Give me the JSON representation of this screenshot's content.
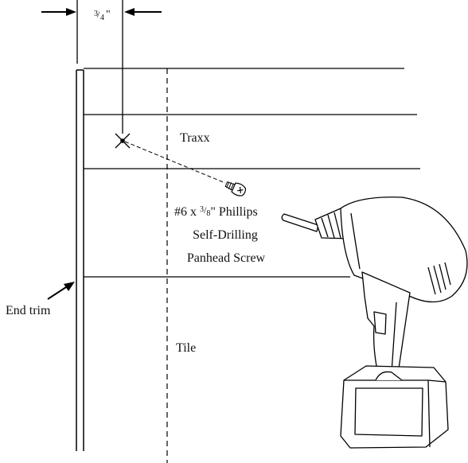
{
  "dimension": {
    "whole": "",
    "numerator": "3",
    "denominator": "4",
    "mark": "\""
  },
  "labels": {
    "traxx": "Traxx",
    "tile": "Tile",
    "end_trim": "End trim"
  },
  "screw_callout": {
    "line1_prefix": "#6 x ",
    "line1_num": "3",
    "line1_den": "8",
    "line1_suffix": "\" Phillips",
    "line2": "Self-Drilling",
    "line3": "Panhead Screw"
  }
}
